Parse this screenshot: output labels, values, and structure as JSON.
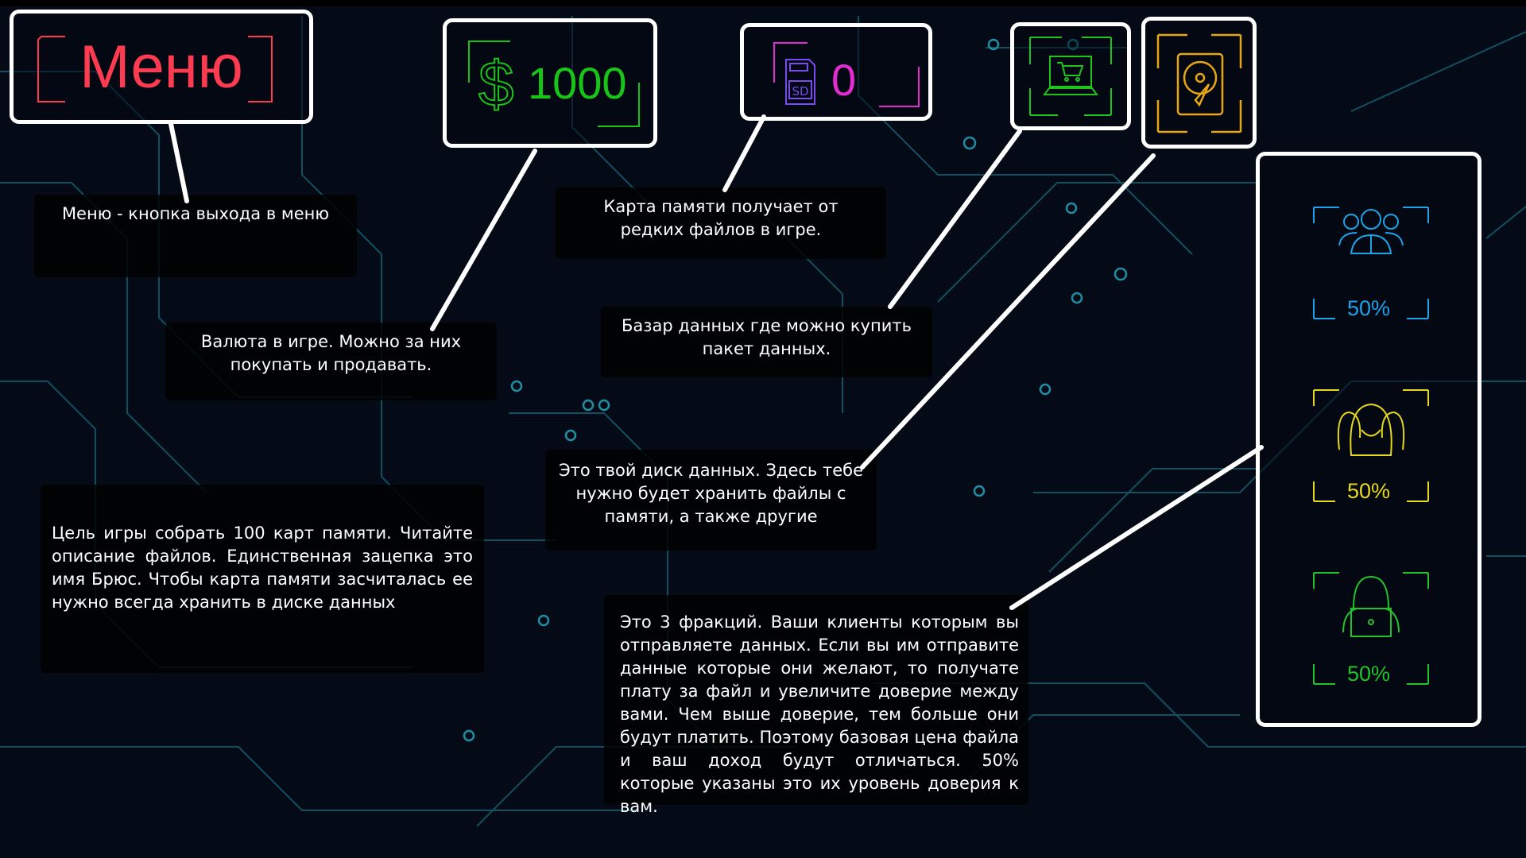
{
  "hud": {
    "menu_label": "Меню",
    "money_symbol": "$",
    "money_value": "1000",
    "memory_cards_value": "0",
    "memory_card_icon_text": "SD"
  },
  "factions": [
    {
      "name": "clients",
      "trust": "50%",
      "color": "#1aa3e8"
    },
    {
      "name": "hooded-group",
      "trust": "50%",
      "color": "#e6d81a"
    },
    {
      "name": "hacker",
      "trust": "50%",
      "color": "#1fc42a"
    }
  ],
  "colors": {
    "menu": "#ff3b52",
    "money": "#18c418",
    "sd_frame": "#e22bd0",
    "sd_icon": "#7a4cf0",
    "shop": "#1cc41c",
    "disk": "#e8a712",
    "circuit": "#1a7f95"
  },
  "tips": {
    "menu": "Меню - кнопка выхода в меню",
    "currency": "Валюта в игре. Можно за них покупать и продавать.",
    "memory_card": "Карта памяти получает от редких файлов в игре.",
    "bazaar": "Базар данных где можно купить пакет данных.",
    "disk": "Это твой диск данных. Здесь тебе нужно будет хранить файлы с памяти, а также другие",
    "goal": "Цель игры собрать 100 карт памяти. Читайте описание файлов. Единственная зацепка это имя Брюс. Чтобы карта памяти засчиталась ее нужно всегда хранить в диске данных",
    "factions": "Это 3 фракций. Ваши клиенты которым вы отправляете данных. Если вы им отправите данные которые они желают, то получате плату за файл и увеличите доверие между вами. Чем выше доверие, тем больше они будут платить. Поэтому базовая цена файла и ваш доход будут отличаться. 50% которые указаны это их уровень доверия к вам."
  }
}
